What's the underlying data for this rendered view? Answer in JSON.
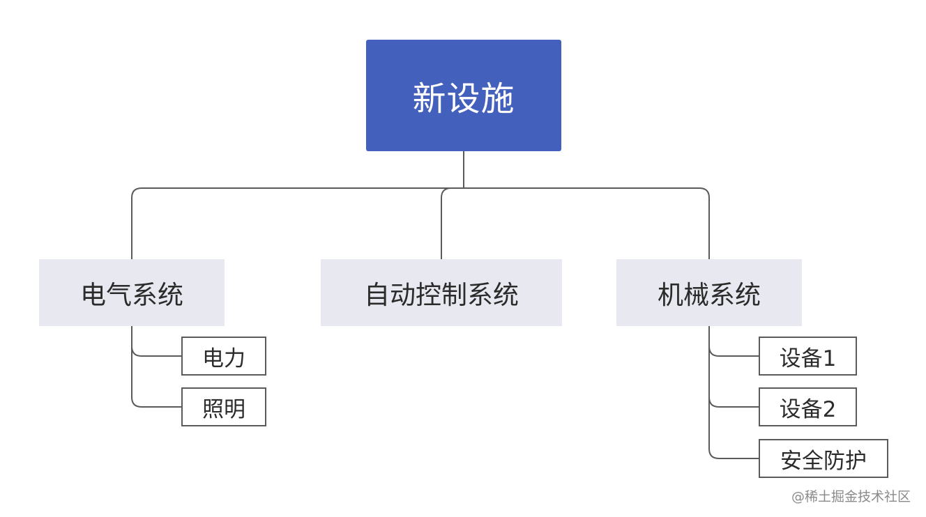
{
  "root": {
    "label": "新设施"
  },
  "branches": [
    {
      "label": "电气系统",
      "children": [
        {
          "label": "电力"
        },
        {
          "label": "照明"
        }
      ]
    },
    {
      "label": "自动控制系统",
      "children": []
    },
    {
      "label": "机械系统",
      "children": [
        {
          "label": "设备1"
        },
        {
          "label": "设备2"
        },
        {
          "label": "安全防护"
        }
      ]
    }
  ],
  "watermark": "@稀土掘金技术社区",
  "colors": {
    "root_fill": "#4360bd",
    "branch_fill": "#e8e9f0",
    "connector": "#5a5a5a"
  }
}
